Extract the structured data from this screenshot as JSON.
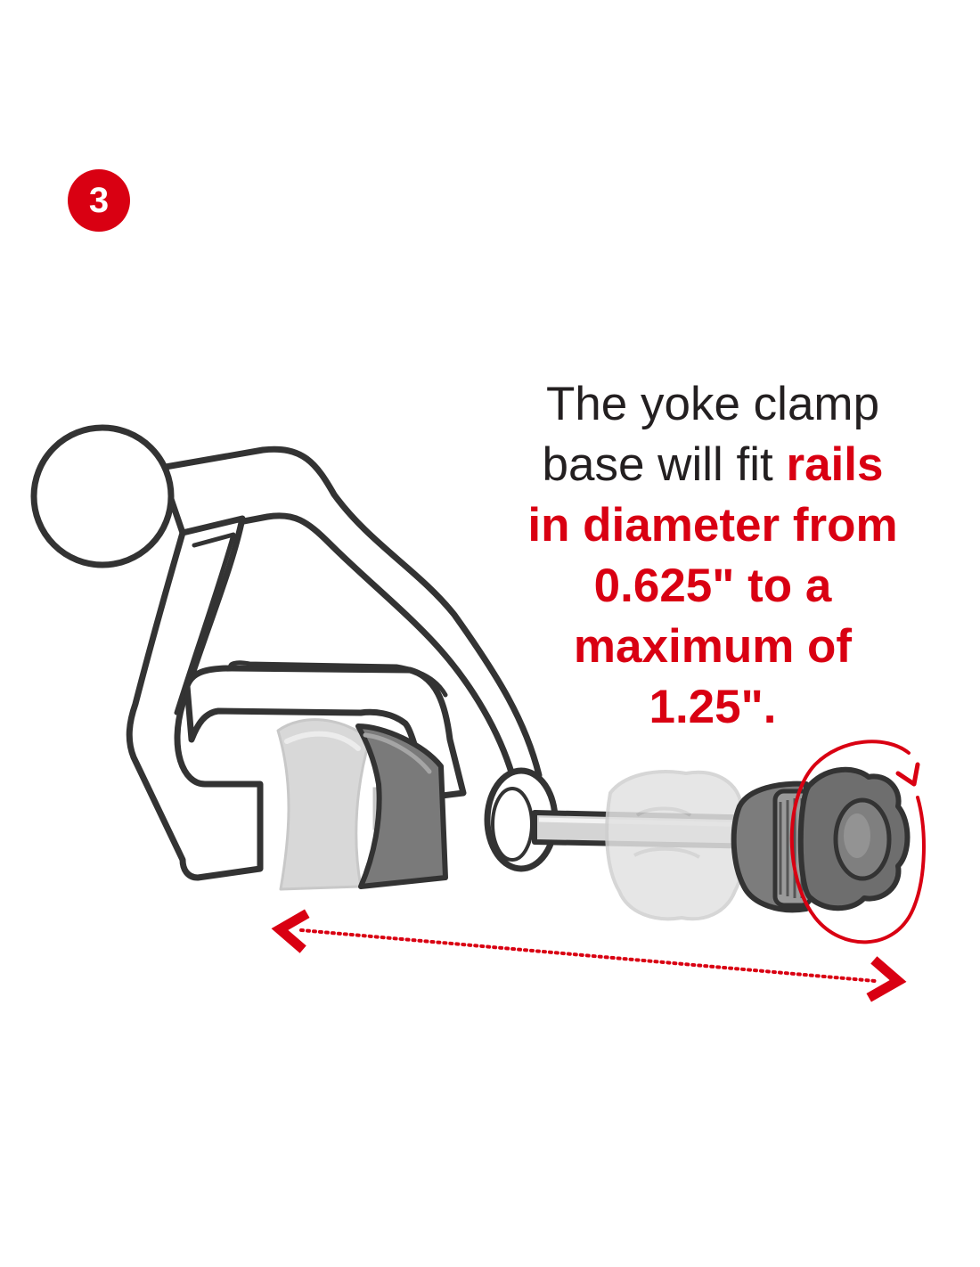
{
  "step": {
    "number": "3"
  },
  "caption": {
    "line1": "The yoke clamp",
    "line2_plain": "base will fit",
    "line2_highlight": "rails",
    "line3": "in diameter from",
    "line4": "0.625\" to a",
    "line5": "maximum of",
    "line6": "1.25\"."
  },
  "colors": {
    "accent": "#d90012",
    "outline": "#333333",
    "text": "#231f20",
    "ghost": "#d9d9d9",
    "knob": "#6e6e6e"
  },
  "icons": {
    "rotate_arrow": "rotate-clockwise-icon",
    "adjust_arrow": "double-chevron-icon"
  }
}
